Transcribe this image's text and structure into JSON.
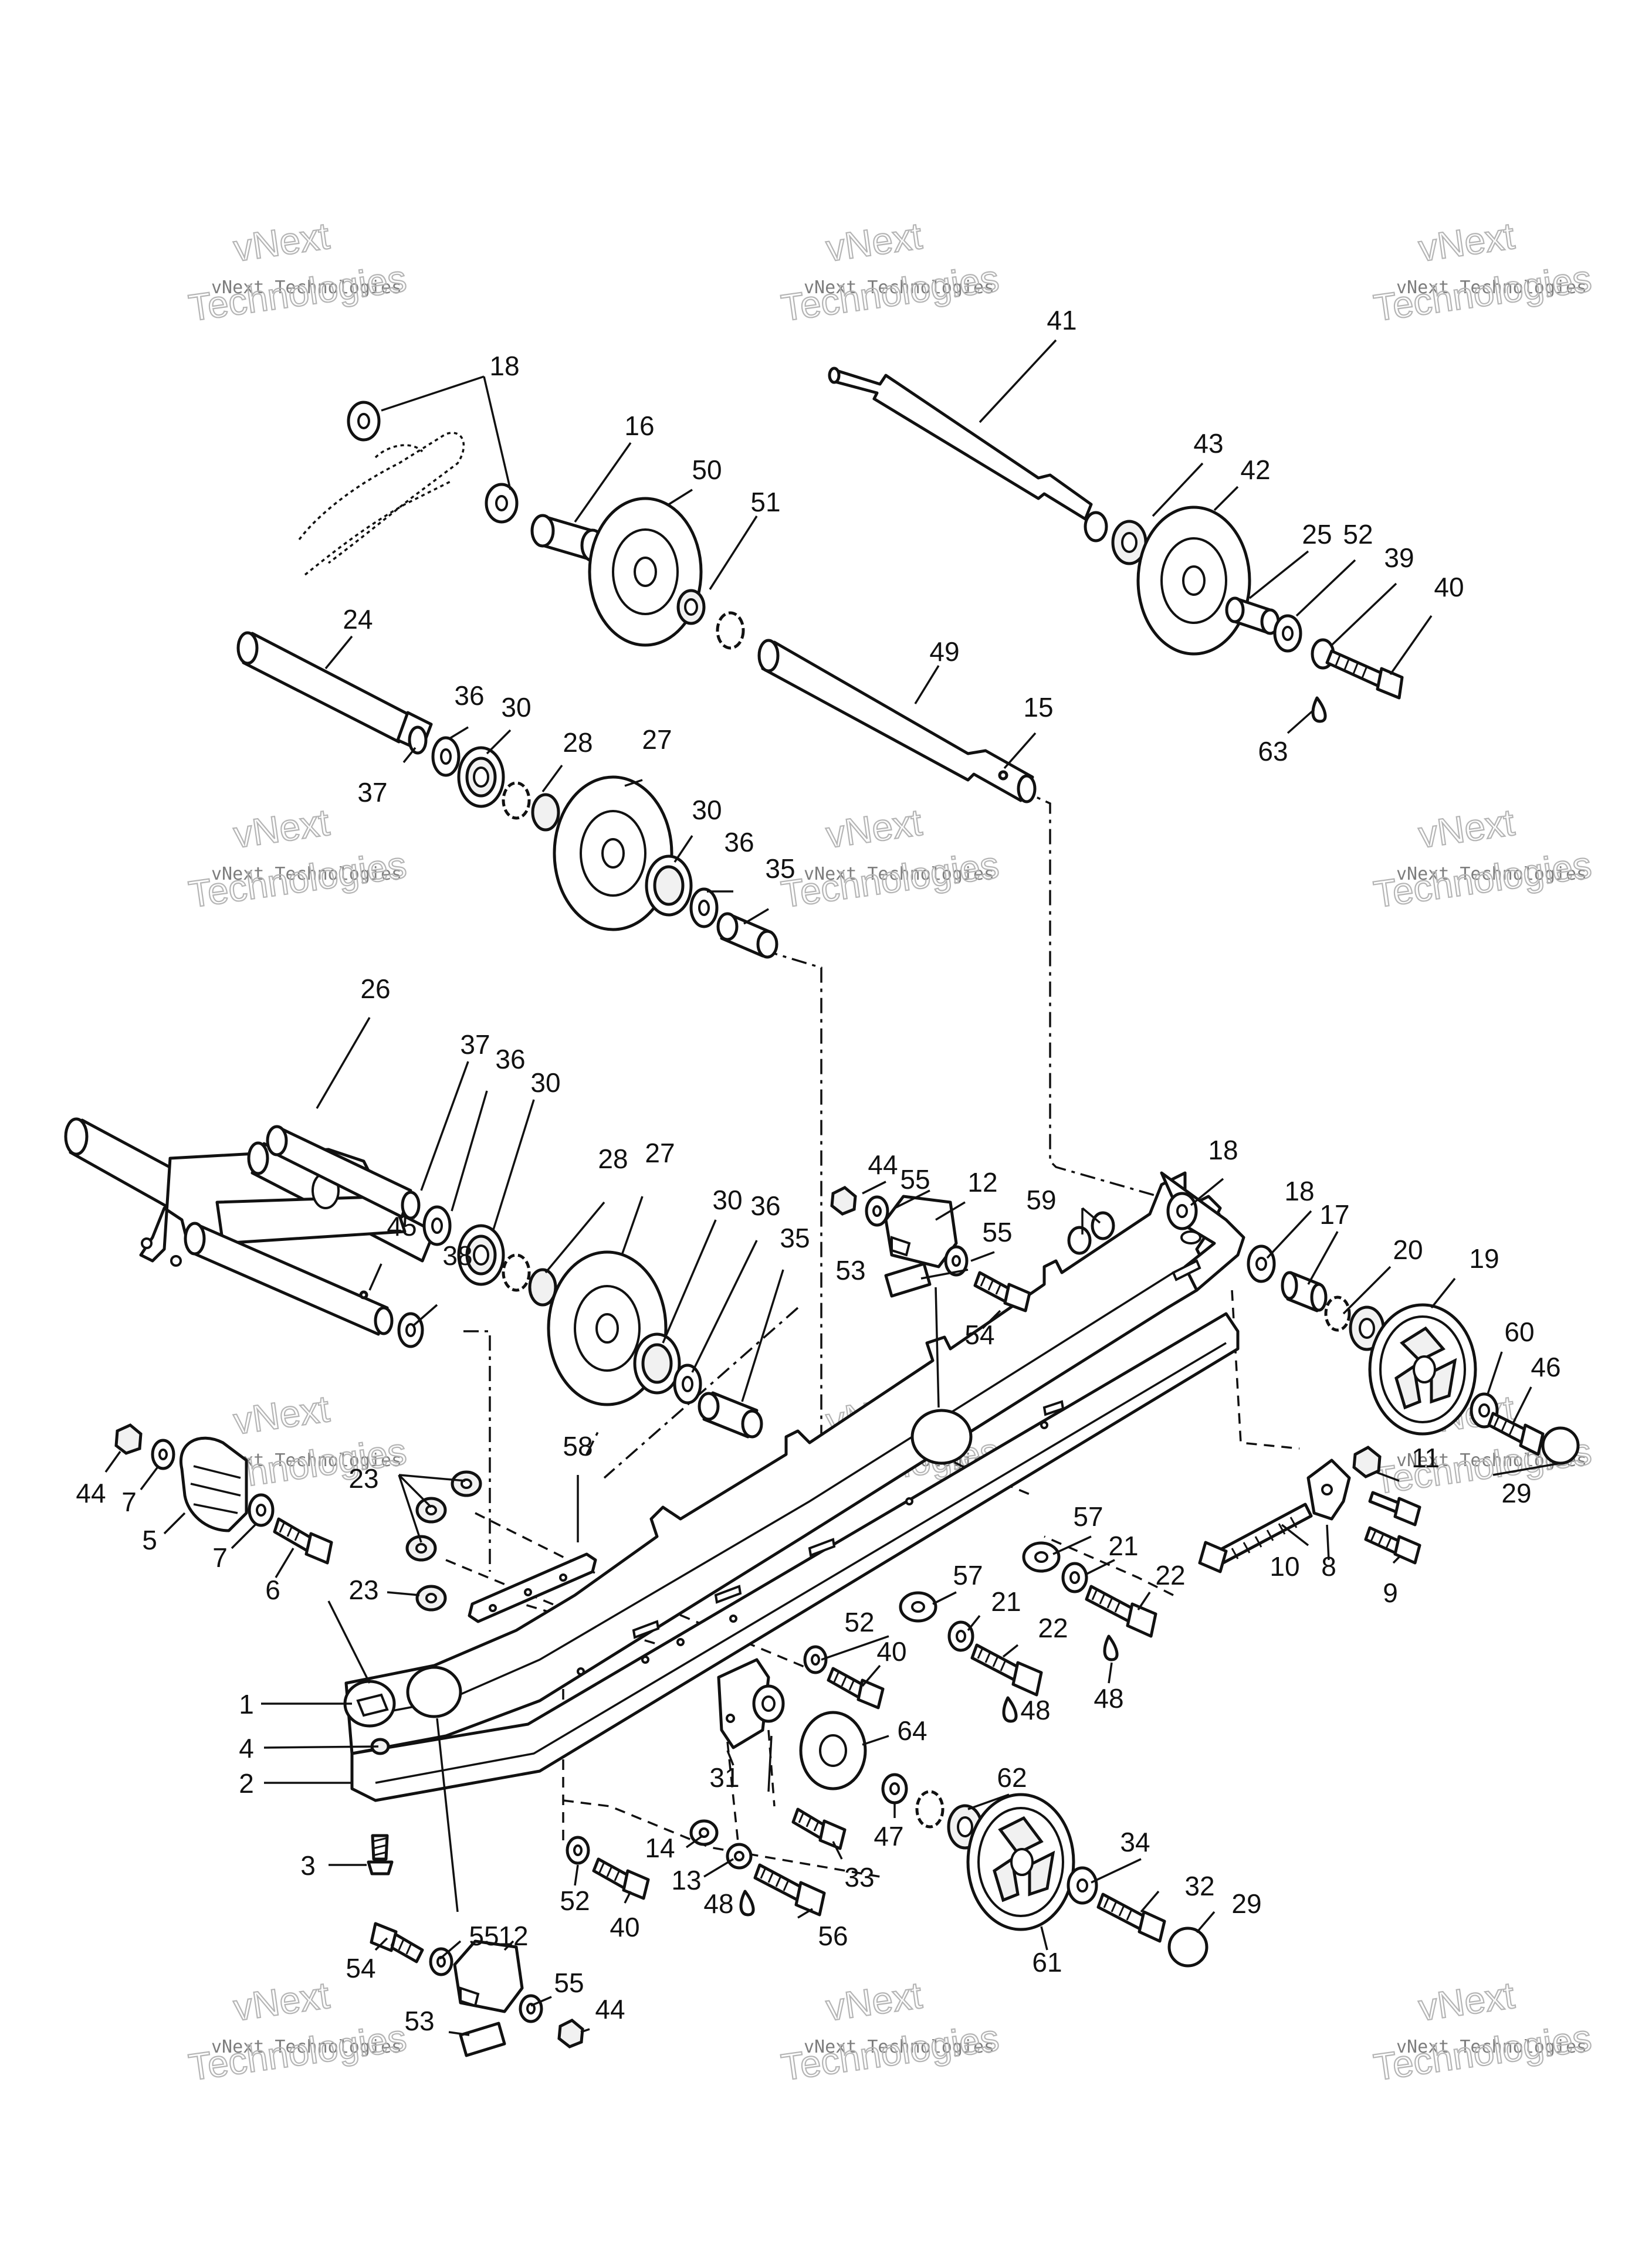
{
  "watermark": {
    "line1": "vNext",
    "line2": "vNext Technologies",
    "line3": "Technologies"
  },
  "callouts": [
    "1",
    "2",
    "3",
    "4",
    "5",
    "6",
    "7",
    "8",
    "9",
    "10",
    "11",
    "12",
    "13",
    "14",
    "15",
    "16",
    "17",
    "18",
    "19",
    "20",
    "21",
    "22",
    "23",
    "24",
    "25",
    "26",
    "27",
    "28",
    "29",
    "30",
    "31",
    "32",
    "33",
    "34",
    "35",
    "36",
    "37",
    "38",
    "39",
    "40",
    "41",
    "42",
    "43",
    "44",
    "45",
    "46",
    "47",
    "48",
    "49",
    "50",
    "51",
    "52",
    "53",
    "54",
    "55",
    "56",
    "57",
    "58",
    "59",
    "60",
    "61",
    "62",
    "63",
    "64"
  ]
}
